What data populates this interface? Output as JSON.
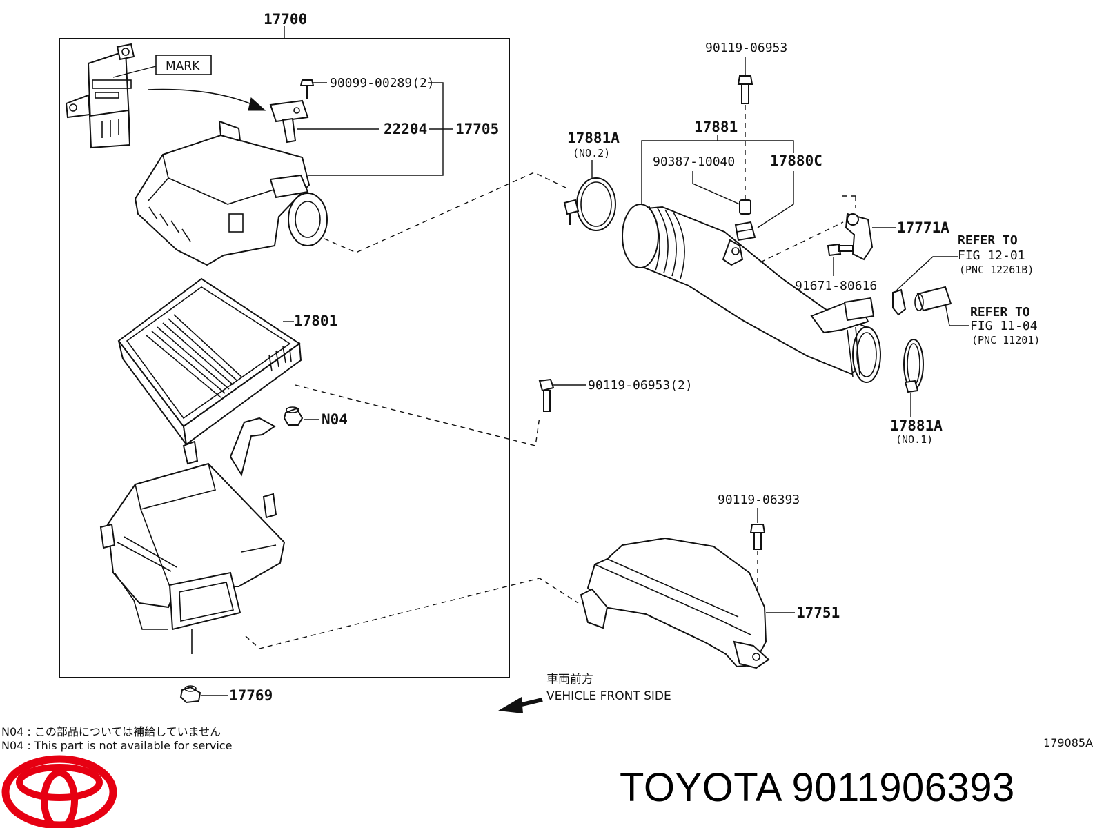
{
  "labels": {
    "assy_17700": "17700",
    "mark": "MARK",
    "bolt_90099": "90099-00289(2)",
    "sensor_22204": "22204",
    "bracket_17705": "17705",
    "bolt_90119_top": "90119-06953",
    "hose_17881": "17881",
    "clamp_17881a_top": "17881A",
    "clamp_no2": "(NO.2)",
    "part_90387": "90387-10040",
    "part_17880c": "17880C",
    "bracket_17771a": "17771A",
    "bolt_91671": "91671-80616",
    "refer1_line1": "REFER TO",
    "refer1_line2": "FIG 12-01",
    "refer1_line3": "(PNC 12261B)",
    "refer2_line1": "REFER TO",
    "refer2_line2": "FIG 11-04",
    "refer2_line3": "(PNC 11201)",
    "filter_17801": "17801",
    "bolt_90119_mid": "90119-06953(2)",
    "n04": "N04",
    "clamp_17881a_bottom": "17881A",
    "clamp_no1": "(NO.1)",
    "bolt_90119_06393": "90119-06393",
    "duct_17751": "17751",
    "grommet_17769": "17769",
    "front_jp": "車両前方",
    "front_en": "VEHICLE FRONT SIDE",
    "note_jp": "N04 : この部品については補給していません",
    "note_en": "N04 : This part is not available for service",
    "fig_code": "179085A"
  },
  "brand": {
    "name": "TOYOTA",
    "part_number": "9011906393",
    "logo_color": "#e60012"
  }
}
